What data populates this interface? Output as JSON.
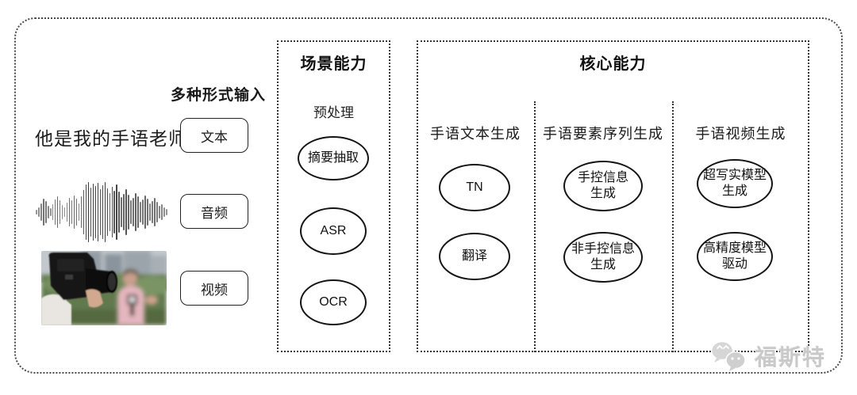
{
  "diagram": {
    "input": {
      "label": "多种形式输入",
      "sample_sentence": "他是我的手语老师",
      "items": [
        {
          "label": "文本"
        },
        {
          "label": "音频"
        },
        {
          "label": "视频"
        }
      ],
      "media_icons": [
        "audio-waveform",
        "reporter-photo"
      ]
    },
    "scene": {
      "title": "场景能力",
      "subtitle": "预处理",
      "nodes": [
        "摘要抽取",
        "ASR",
        "OCR"
      ]
    },
    "core": {
      "title": "核心能力",
      "columns": [
        {
          "header": "手语文本生成",
          "nodes": [
            "TN",
            "翻译"
          ]
        },
        {
          "header": "手语要素序列生成",
          "nodes": [
            "手控信息\n生成",
            "非手控信息\n生成"
          ]
        },
        {
          "header": "手语视频生成",
          "nodes": [
            "超写实模型\n生成",
            "高精度模型\n驱动"
          ]
        }
      ]
    },
    "watermark": {
      "text": "福斯特",
      "icon": "wechat-icon"
    },
    "colors": {
      "frame_border": "#4a4a4a",
      "box_border": "#333333",
      "text": "#1a1a1a",
      "watermark": "#c9c9c9"
    }
  }
}
